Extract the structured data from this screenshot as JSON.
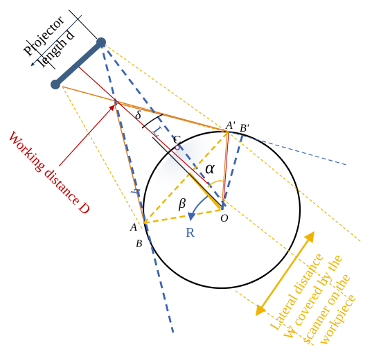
{
  "labels": {
    "projector_line1": "Projector",
    "projector_line2": "length d",
    "working_distance": "Working distance D",
    "lateral_line1": "Lateral distance",
    "lateral_line2": "W covered by the",
    "lateral_line3": "scanner on the",
    "lateral_line4": "workpiece",
    "delta": "δ",
    "L": "L",
    "C": "C",
    "A_prime": "A'",
    "B_prime": "B'",
    "alpha": "α",
    "h": "h",
    "beta": "β",
    "A": "A",
    "B": "B",
    "O": "O",
    "R": "R"
  },
  "colors": {
    "projector": "#3c5f83",
    "blue_dash": "#3a64b4",
    "yellow": "#f0b400",
    "orange": "#e0822a",
    "red": "#c00000",
    "circle": "#000000",
    "c_marker": "#8e2f8e"
  }
}
